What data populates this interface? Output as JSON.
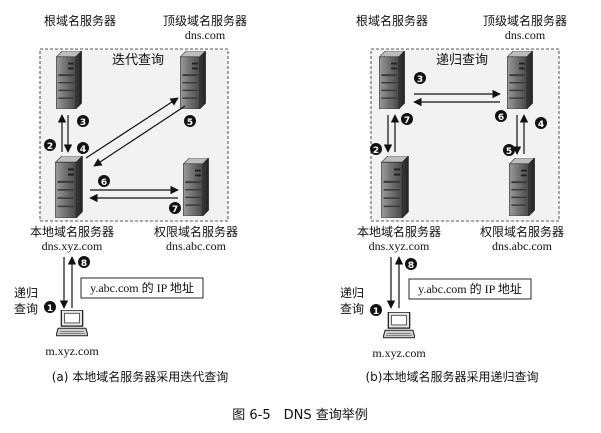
{
  "figure": {
    "caption": "图 6-5　DNS 查询举例",
    "panels": [
      {
        "root_label": "根域名服务器",
        "tld_label": "顶级域名服务器",
        "tld_host": "dns.com",
        "mode_label": "迭代查询",
        "local_label": "本地域名服务器",
        "local_host": "dns.xyz.com",
        "auth_label": "权限域名服务器",
        "auth_host": "dns.abc.com",
        "client_host": "m.xyz.com",
        "recursive_label_1": "递归",
        "recursive_label_2": "查询",
        "answer": "y.abc.com 的 IP 地址",
        "subcaption": "(a) 本地域名服务器采用迭代查询",
        "steps": [
          "1",
          "2",
          "3",
          "4",
          "5",
          "6",
          "7",
          "8"
        ]
      },
      {
        "root_label": "根域名服务器",
        "tld_label": "顶级域名服务器",
        "tld_host": "dns.com",
        "mode_label": "递归查询",
        "local_label": "本地域名服务器",
        "local_host": "dns.xyz.com",
        "auth_label": "权限域名服务器",
        "auth_host": "dns.abc.com",
        "client_host": "m.xyz.com",
        "recursive_label_1": "递归",
        "recursive_label_2": "查询",
        "answer": "y.abc.com 的 IP 地址",
        "subcaption": "(b)本地域名服务器采用递归查询",
        "steps": [
          "1",
          "2",
          "3",
          "4",
          "5",
          "6",
          "7",
          "8"
        ]
      }
    ]
  }
}
